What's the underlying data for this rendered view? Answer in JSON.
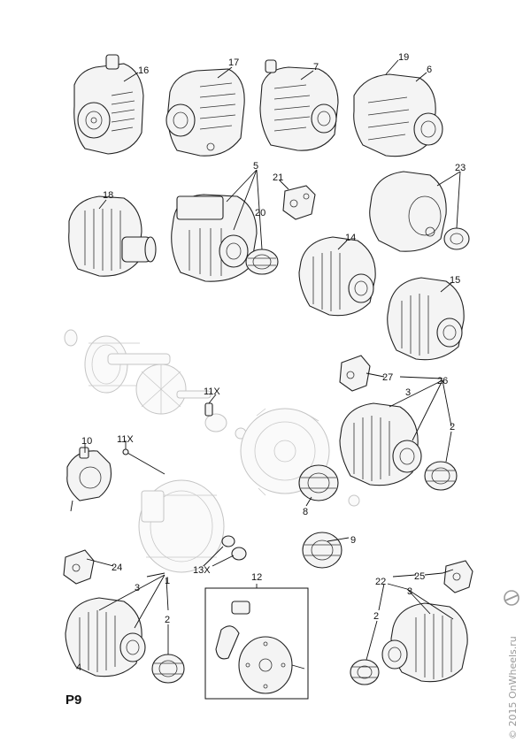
{
  "diagram": {
    "page_code": "P9",
    "watermark": "© 2015 OnWheels.ru",
    "callouts": [
      "16",
      "17",
      "7",
      "19",
      "6",
      "18",
      "5",
      "21",
      "23",
      "20",
      "14",
      "15",
      "11X",
      "27",
      "3",
      "26",
      "10",
      "11X",
      "2",
      "8",
      "9",
      "13X",
      "24",
      "1",
      "12",
      "22",
      "25",
      "3",
      "2",
      "4",
      "3",
      "2"
    ]
  }
}
